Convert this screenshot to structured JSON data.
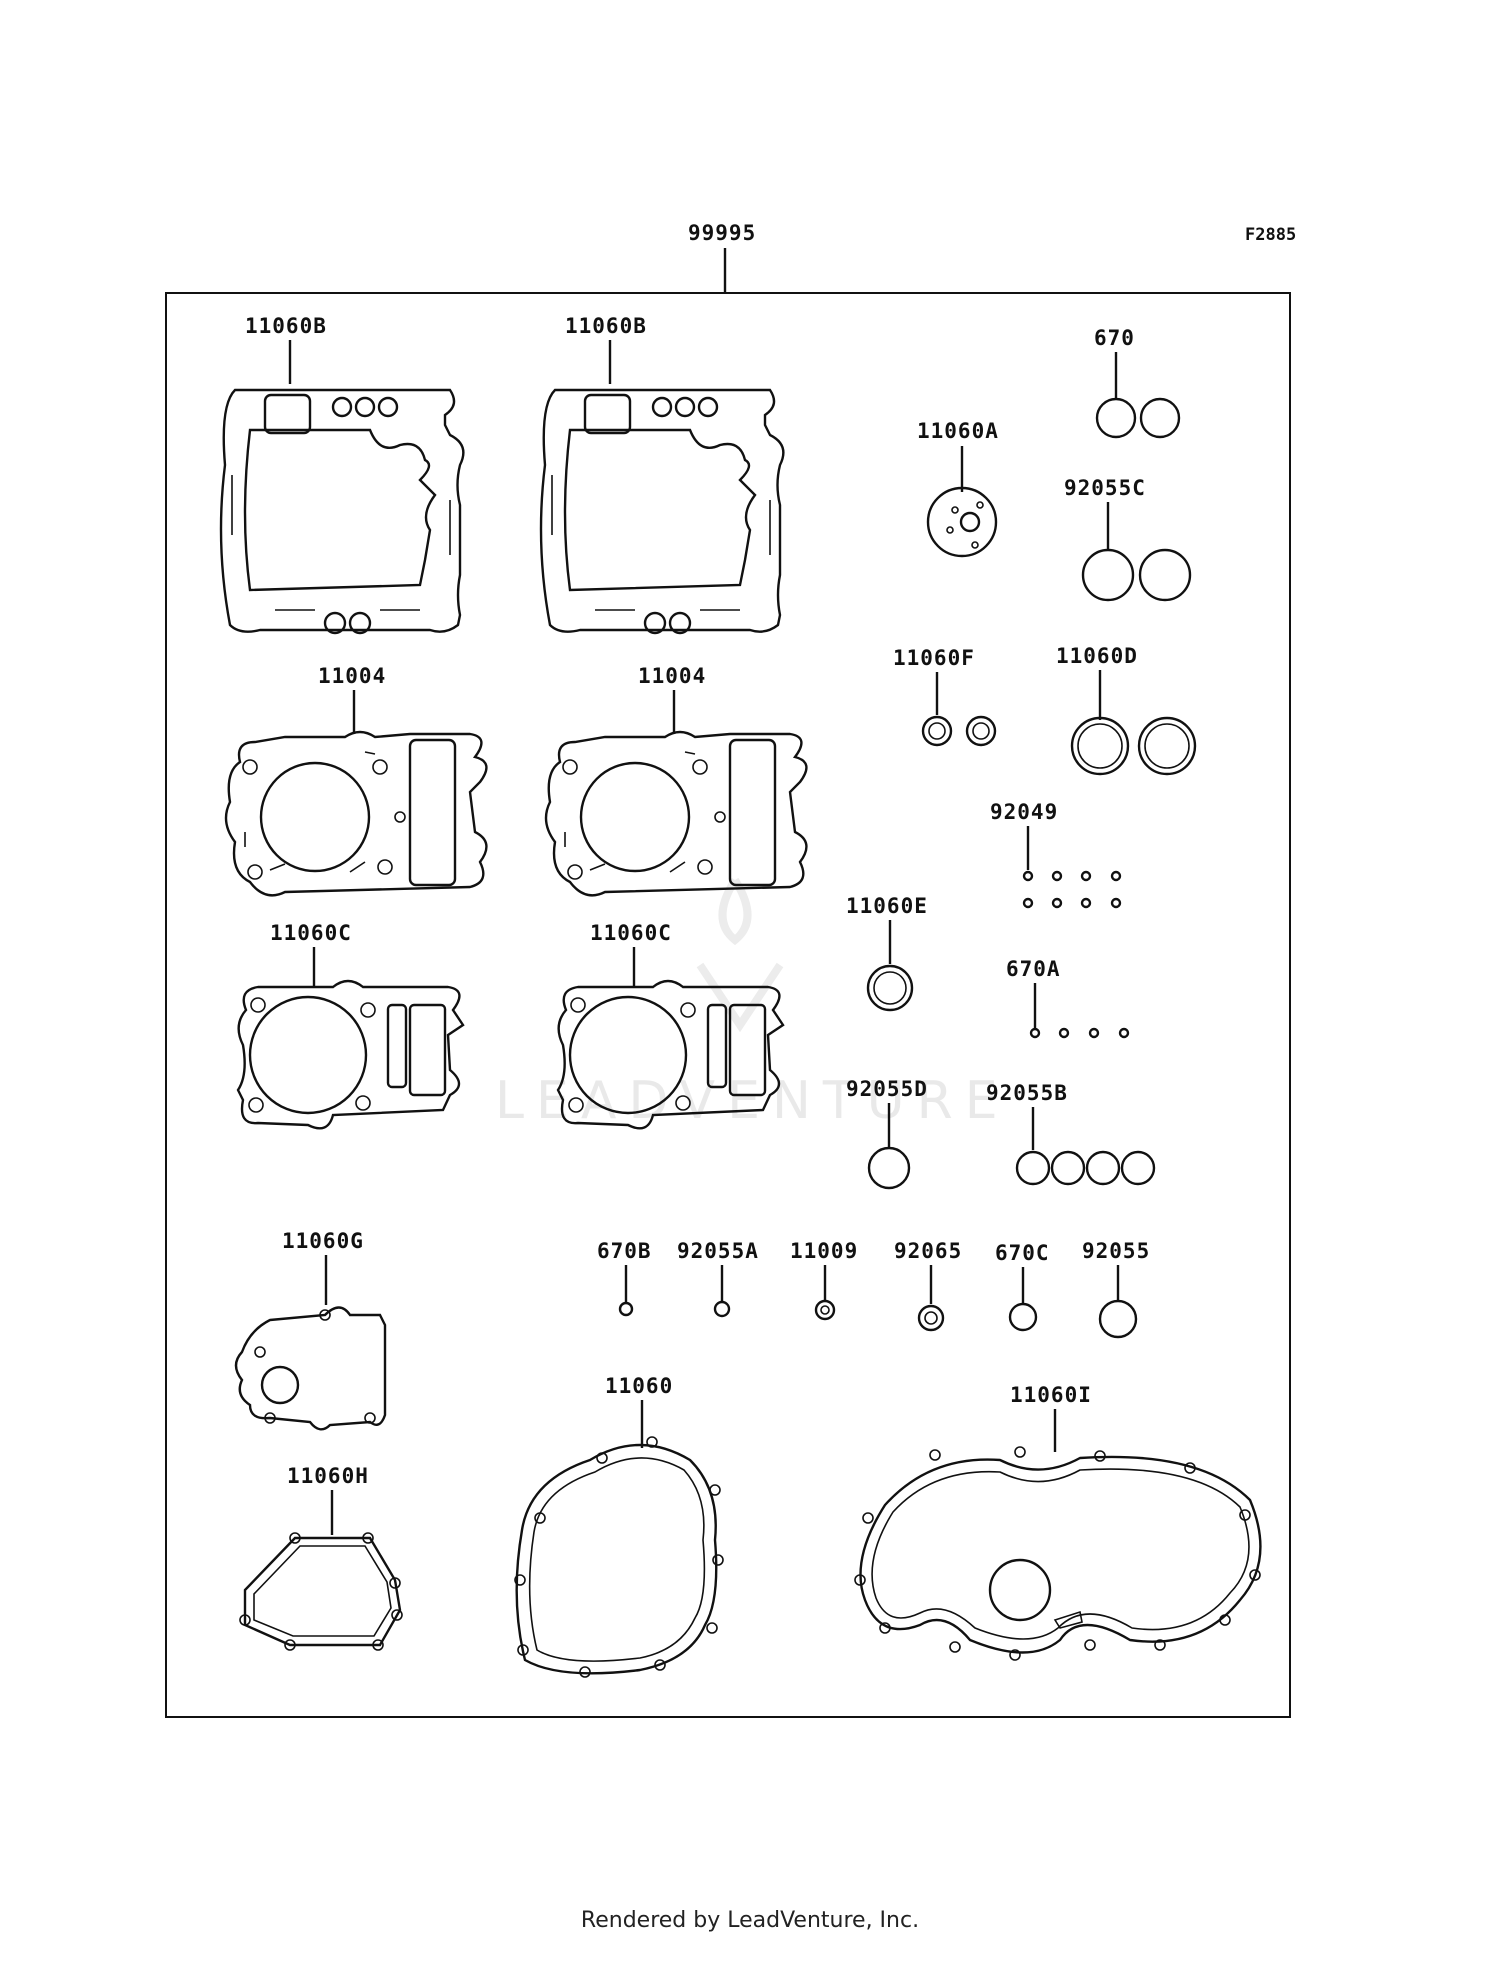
{
  "diagram_code": "F2885",
  "kit_label": "99995",
  "watermark": "LEADVENTURE",
  "footer": "Rendered by LeadVenture, Inc.",
  "labels": {
    "l_11060B_1": "11060B",
    "l_11060B_2": "11060B",
    "l_670": "670",
    "l_11060A": "11060A",
    "l_92055C": "92055C",
    "l_11004_1": "11004",
    "l_11004_2": "11004",
    "l_11060F": "11060F",
    "l_11060D": "11060D",
    "l_92049": "92049",
    "l_11060E": "11060E",
    "l_11060C_1": "11060C",
    "l_11060C_2": "11060C",
    "l_670A": "670A",
    "l_92055D": "92055D",
    "l_92055B": "92055B",
    "l_11060G": "11060G",
    "l_670B": "670B",
    "l_92055A": "92055A",
    "l_11009": "11009",
    "l_92065": "92065",
    "l_670C": "670C",
    "l_92055": "92055",
    "l_11060": "11060",
    "l_11060I": "11060I",
    "l_11060H": "11060H"
  }
}
